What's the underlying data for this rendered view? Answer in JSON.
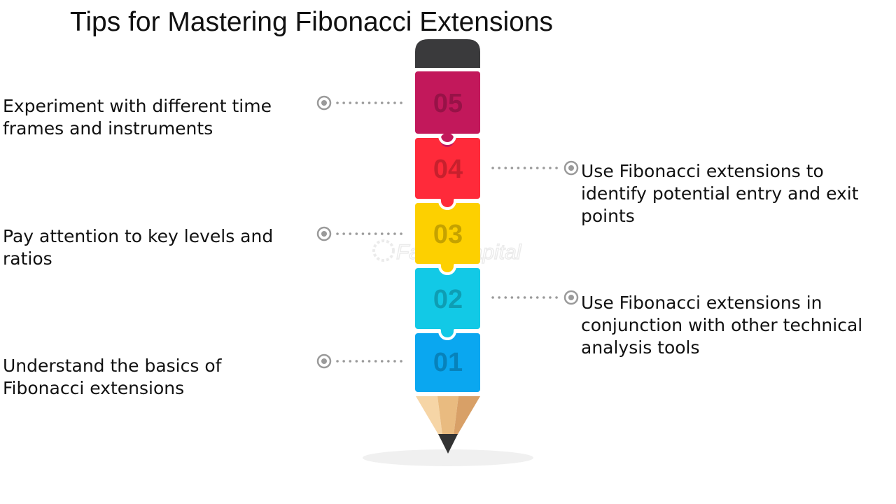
{
  "title": "Tips for Mastering Fibonacci Extensions",
  "watermark": "FasterCapital",
  "colors": {
    "eraser": "#3a3a3c",
    "seg_05": "#c2185b",
    "seg_04": "#ff2a3a",
    "seg_03": "#fdd000",
    "seg_02": "#12c9e6",
    "seg_01": "#0aa7f0",
    "wood_light": "#f6d5a6",
    "wood_mid": "#e9bb80",
    "wood_dark": "#d8a067",
    "lead": "#333333",
    "connector": "#9a9a9a"
  },
  "steps": [
    {
      "number": "05",
      "text": "Experiment with different time frames and instruments",
      "side": "left"
    },
    {
      "number": "04",
      "text": "Use Fibonacci extensions to identify potential entry and exit points",
      "side": "right"
    },
    {
      "number": "03",
      "text": "Pay attention to key levels and ratios",
      "side": "left"
    },
    {
      "number": "02",
      "text": "Use Fibonacci extensions in conjunction with other technical analysis tools",
      "side": "right"
    },
    {
      "number": "01",
      "text": "Understand the basics of Fibonacci extensions",
      "side": "left"
    }
  ]
}
